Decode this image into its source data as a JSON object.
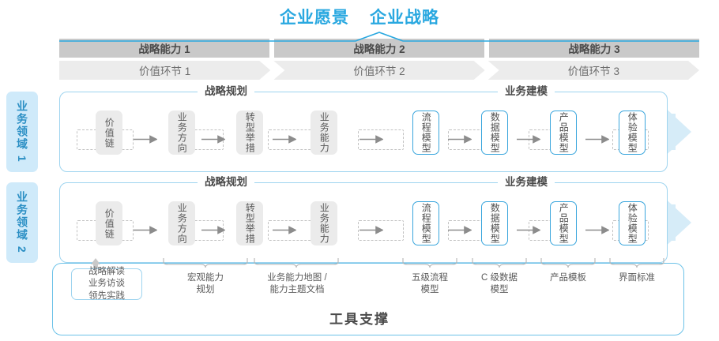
{
  "header": {
    "title_vision": "企业愿景",
    "title_strategy": "企业战略"
  },
  "capabilities": [
    {
      "label": "战略能力 1"
    },
    {
      "label": "战略能力 2"
    },
    {
      "label": "战略能力 3"
    }
  ],
  "value_chain": [
    {
      "label": "价值环节 1"
    },
    {
      "label": "价值环节 2"
    },
    {
      "label": "价值环节 3"
    }
  ],
  "domains": [
    {
      "label": "业务领域 1"
    },
    {
      "label": "业务领域 2"
    }
  ],
  "lane": {
    "legend_planning": "战略规划",
    "legend_modeling": "业务建模",
    "nodes": [
      {
        "label": "价值链",
        "style": "gray"
      },
      {
        "label": "业务方向",
        "style": "gray"
      },
      {
        "label": "转型举措",
        "style": "gray"
      },
      {
        "label": "业务能力",
        "style": "gray"
      },
      {
        "label": "流程模型",
        "style": "blue"
      },
      {
        "label": "数据模型",
        "style": "blue"
      },
      {
        "label": "产品模型",
        "style": "blue"
      },
      {
        "label": "体验模型",
        "style": "blue"
      }
    ]
  },
  "annotations": [
    {
      "label": "战略解读\n业务访谈\n领先实践",
      "boxed": true
    },
    {
      "label": "宏观能力\n规划",
      "boxed": false
    },
    {
      "label": "业务能力地图 /\n能力主题文档",
      "boxed": false
    },
    {
      "label": "五级流程\n模型",
      "boxed": false
    },
    {
      "label": "C 级数据\n模型",
      "boxed": false
    },
    {
      "label": "产品模板",
      "boxed": false
    },
    {
      "label": "界面标准",
      "boxed": false
    }
  ],
  "footer": {
    "title": "工具支撑"
  },
  "colors": {
    "accent_blue": "#29a8e0",
    "band_blue": "#e4f2fb",
    "node_gray": "#ebebeb",
    "cap_bar": "#c9c9c9",
    "vc_bar": "#ececec",
    "domain_bg": "#cfeafa"
  }
}
